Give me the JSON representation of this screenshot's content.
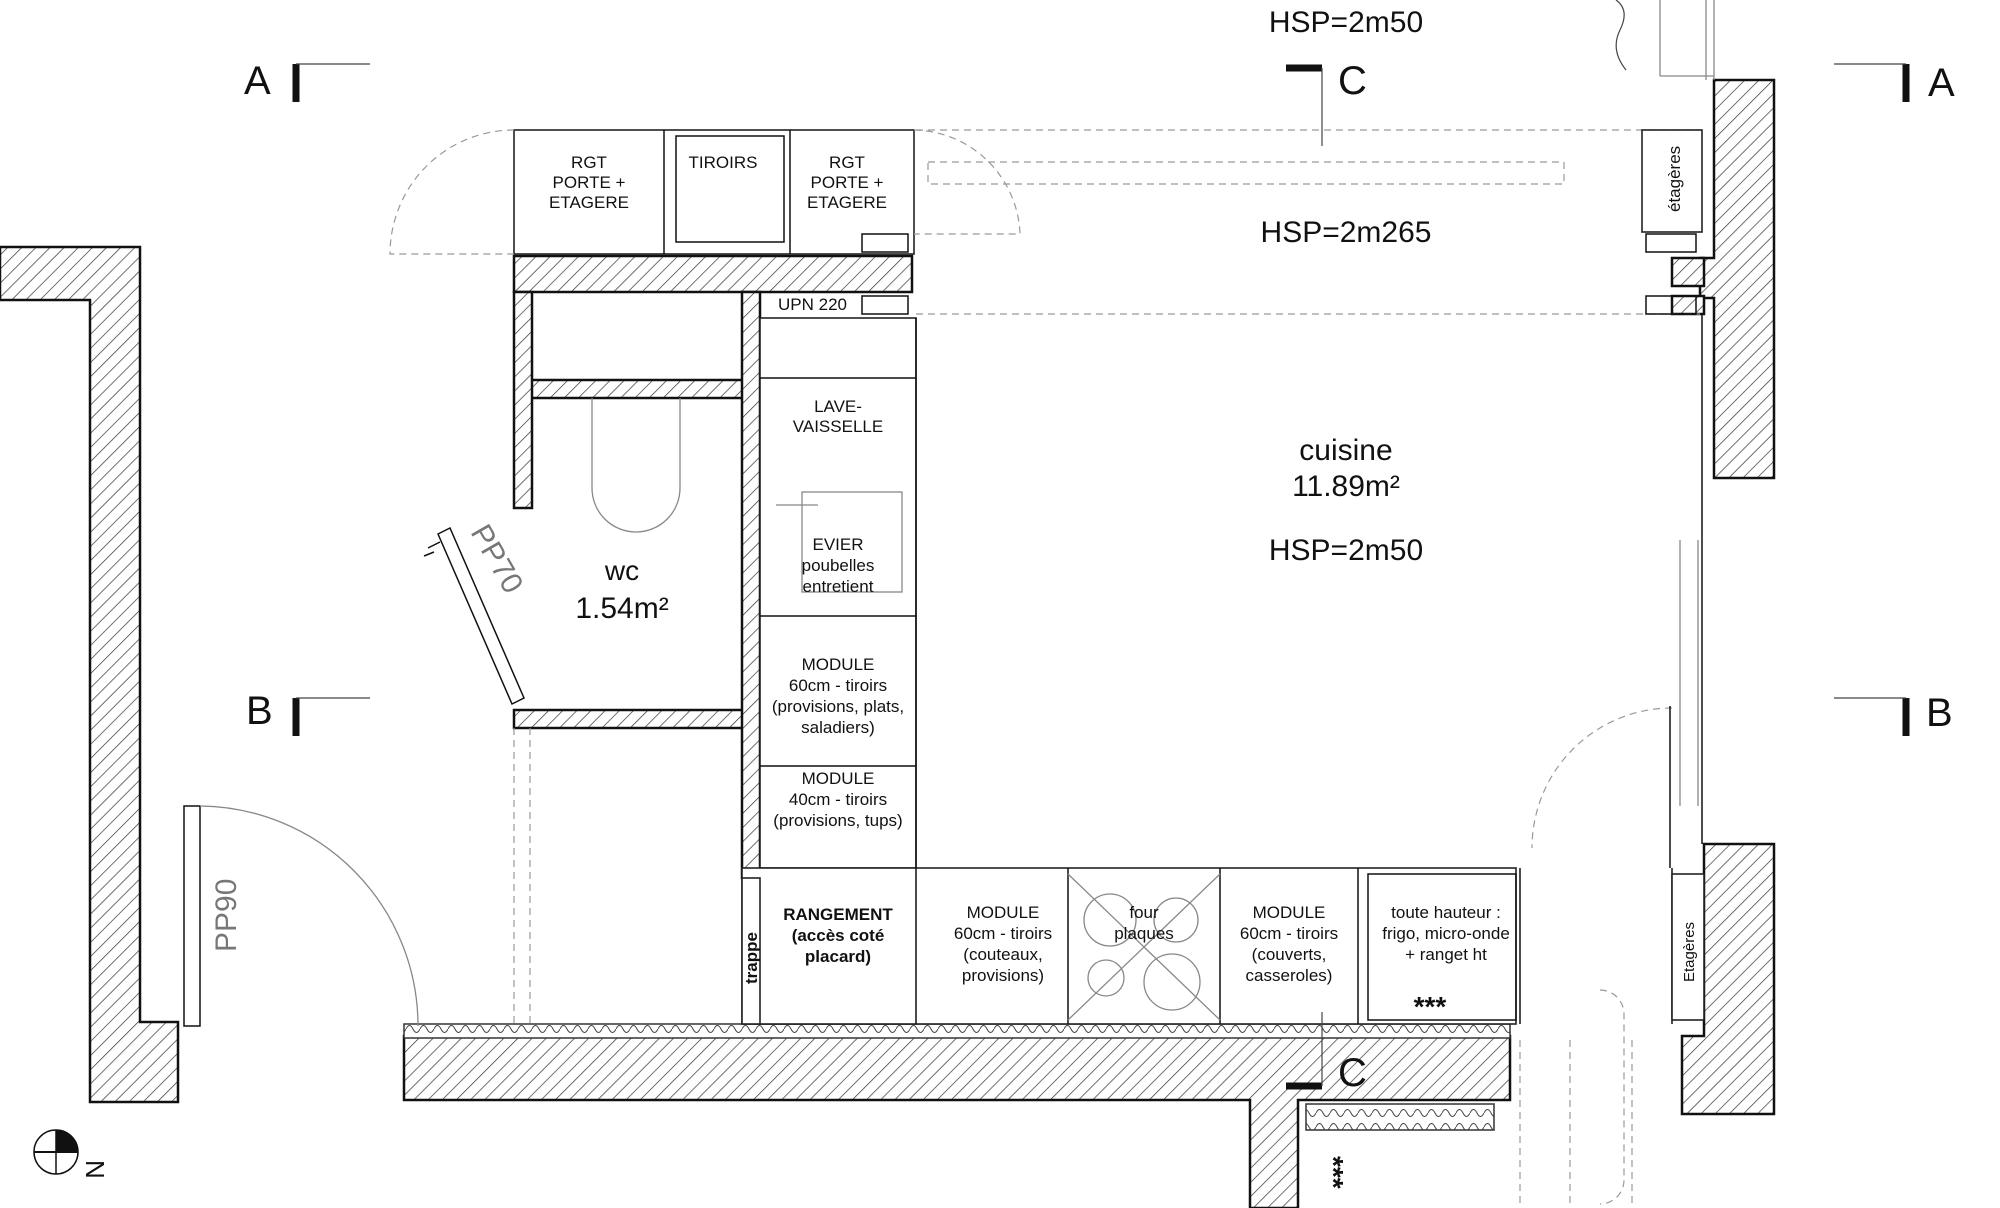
{
  "sections": {
    "a_left": "A",
    "a_right": "A",
    "b_left": "B",
    "b_right": "B",
    "c_top": "C",
    "c_bottom": "C"
  },
  "heights": {
    "top": "HSP=2m50",
    "beam_zone": "HSP=2m265",
    "kitchen": "HSP=2m50"
  },
  "rooms": {
    "kitchen": {
      "name": "cuisine",
      "area": "11.89m²"
    },
    "wc": {
      "name": "wc",
      "area": "1.54m²"
    }
  },
  "doors": {
    "wc": "PP70",
    "entry": "PP90"
  },
  "beam": "UPN 220",
  "top_units": [
    {
      "lines": [
        "RGT",
        "PORTE +",
        "ETAGERE"
      ]
    },
    {
      "lines": [
        "TIROIRS"
      ]
    },
    {
      "lines": [
        "RGT",
        "PORTE +",
        "ETAGERE"
      ]
    }
  ],
  "shelves_top": "étagères",
  "shelves_bottom": "Etagères",
  "left_column": {
    "dishwasher": [
      "LAVE-",
      "VAISSELLE"
    ],
    "sink": [
      "EVIER",
      "poubelles",
      "entretient"
    ],
    "module60": [
      "MODULE",
      "60cm - tiroirs",
      "(provisions, plats,",
      "saladiers)"
    ],
    "module40": [
      "MODULE",
      "40cm - tiroirs",
      "(provisions, tups)"
    ]
  },
  "bottom_row": {
    "trappe": "trappe",
    "storage": [
      "RANGEMENT",
      "(accès coté",
      "placard)"
    ],
    "module_knives": [
      "MODULE",
      "60cm - tiroirs",
      "(couteaux,",
      "provisions)"
    ],
    "oven": [
      "four",
      "plaques"
    ],
    "module_cutlery": [
      "MODULE",
      "60cm - tiroirs",
      "(couverts,",
      "casseroles)"
    ],
    "tall": [
      "toute hauteur :",
      "frigo, micro-onde",
      "+ ranget ht"
    ],
    "stars": "***"
  },
  "stars_bottom": "***",
  "north": "N"
}
